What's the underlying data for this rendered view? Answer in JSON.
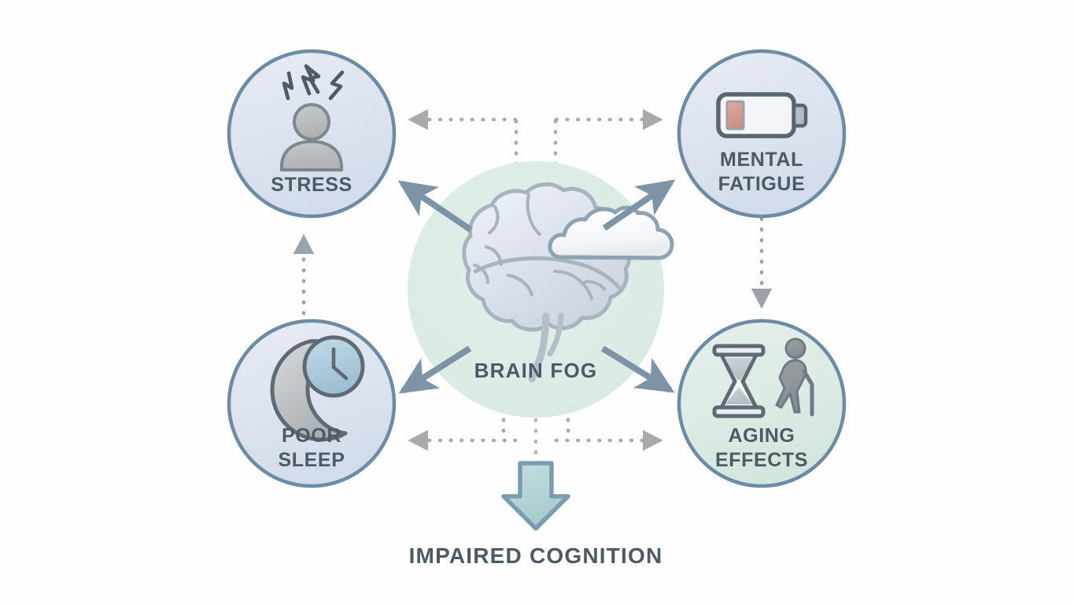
{
  "diagram": {
    "title_text_visible": false,
    "background_color": "#fefefe",
    "center": {
      "label": "BRAIN FOG",
      "icon": "brain-cloud-icon",
      "fill_color": "#dcebe4",
      "text_color": "#4c5a66"
    },
    "outcome": {
      "label": "IMPAIRED COGNITION",
      "arrow_fill": "#b3d6d8",
      "arrow_stroke": "#7d9bb0",
      "text_color": "#455560"
    },
    "nodes": [
      {
        "id": "stress",
        "label": "STRESS",
        "icon": "stressed-person-icon",
        "fill_color": "#dee5ef",
        "stroke_color": "#6c8ba5",
        "position": "top-left"
      },
      {
        "id": "mental-fatigue",
        "label": "MENTAL\nFATIGUE",
        "label_line1": "MENTAL",
        "label_line2": "FATIGUE",
        "icon": "low-battery-icon",
        "fill_color": "#dee5ef",
        "stroke_color": "#6c8ba5",
        "position": "top-right",
        "battery_level_color": "#d89a92"
      },
      {
        "id": "poor-sleep",
        "label": "POOR\nSLEEP",
        "label_line1": "POOR",
        "label_line2": "SLEEP",
        "icon": "moon-clock-icon",
        "fill_color": "#dde6f1",
        "stroke_color": "#6c8ba5",
        "position": "bottom-left",
        "clock_face_color": "#a9c9d9"
      },
      {
        "id": "aging-effects",
        "label": "AGING\nEFFECTS",
        "label_line1": "AGING",
        "label_line2": "EFFECTS",
        "icon": "hourglass-elder-icon",
        "fill_color": "#dfeae5",
        "stroke_color": "#6c8ba5",
        "position": "bottom-right"
      }
    ],
    "connections": [
      {
        "id": "center-to-stress",
        "type": "solid-arrow",
        "from": "brain-fog",
        "to": "stress",
        "color": "#7d93a8"
      },
      {
        "id": "center-to-mental-fatigue",
        "type": "solid-arrow",
        "from": "brain-fog",
        "to": "mental-fatigue",
        "color": "#7d93a8"
      },
      {
        "id": "center-to-poor-sleep",
        "type": "solid-arrow",
        "from": "brain-fog",
        "to": "poor-sleep",
        "color": "#7d93a8"
      },
      {
        "id": "center-to-aging-effects",
        "type": "solid-arrow",
        "from": "brain-fog",
        "to": "aging-effects",
        "color": "#7d93a8"
      },
      {
        "id": "stress-mental-fatigue",
        "type": "dotted-bidirectional",
        "from": "stress",
        "to": "mental-fatigue",
        "color": "#a8a8a8"
      },
      {
        "id": "poor-sleep-aging-effects",
        "type": "dotted-bidirectional",
        "from": "poor-sleep",
        "to": "aging-effects",
        "color": "#a8a8a8"
      },
      {
        "id": "poor-sleep-to-stress",
        "type": "dotted-arrow-up",
        "from": "poor-sleep",
        "to": "stress",
        "color": "#9aa3ad"
      },
      {
        "id": "mental-fatigue-to-aging-effects",
        "type": "dotted-arrow-down",
        "from": "mental-fatigue",
        "to": "aging-effects",
        "color": "#9aa3ad"
      },
      {
        "id": "center-to-outcome",
        "type": "dotted-then-block-arrow",
        "from": "brain-fog",
        "to": "impaired-cognition",
        "color": "#b0b6bb"
      }
    ]
  }
}
